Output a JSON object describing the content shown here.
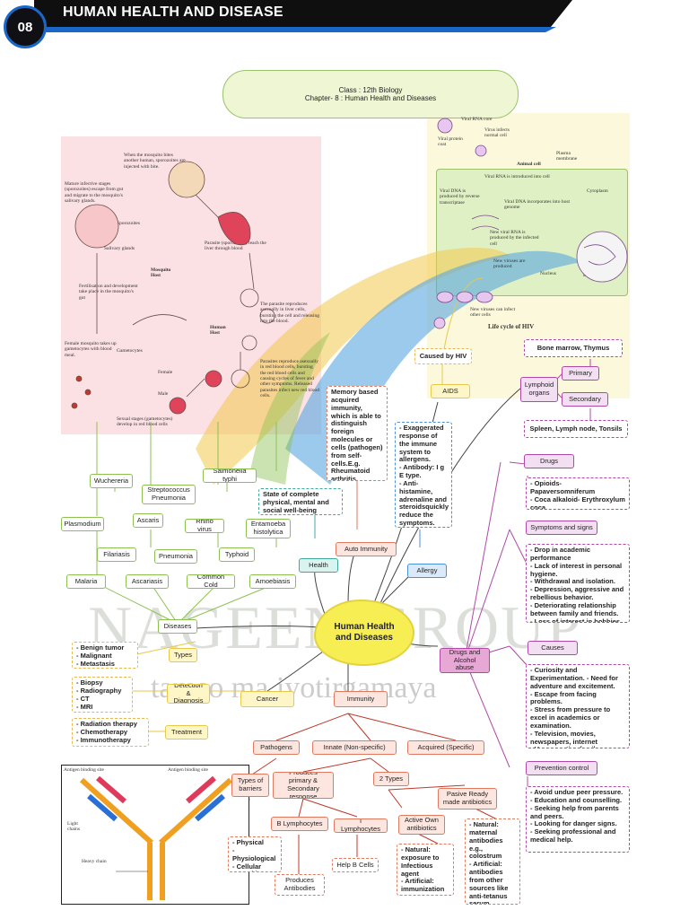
{
  "header": {
    "badge": "08",
    "title": "HUMAN HEALTH AND DISEASE"
  },
  "banner": {
    "class_line": "Class : 12th Biology",
    "chapter_line": "Chapter- 8 : Human Health and Diseases"
  },
  "center": "Human Health and Diseases",
  "watermark": {
    "brand": "NAGEEN GROUP",
    "motto": "tamso ma jyotirgamaya"
  },
  "malaria_figure": {
    "labels": [
      "When the mosquito bites another human, sporozoites are injected with bite.",
      "Mature infective stages (sporozoites) escape from gut and migrate to the mosquito's salivary glands.",
      "Sporozoites",
      "Salivary glands",
      "Mosquito Host",
      "Parasite (sporozoites) reach the liver through blood",
      "Fertilisation and development take place in the mosquito's gut",
      "The parasite reproduces asexually in liver cells, bursting the cell and releasing into the blood.",
      "Human Host",
      "Female mosquito takes up gametocytes with blood meal.",
      "Gametocytes",
      "Female",
      "Male",
      "Parasites reproduce asexually in red blood cells, bursting the red blood cells and causing cycles of fever and other symptoms. Released parasites infect new red blood cells.",
      "Sexual stages (gametocytes) develop in red blood cells"
    ]
  },
  "hiv_figure": {
    "labels": [
      "Viral RNA core",
      "Viral protein coat",
      "Virus infects normal cell",
      "Plasma membrane",
      "Animal cell",
      "Viral RNA is introduced into cell",
      "Cytoplasm",
      "Viral DNA is produced by reverse transcriptase",
      "Viral DNA incorporates into host genome",
      "New viral RNA is produced by the infected cell",
      "New viruses are produced",
      "Nucleus",
      "DNA",
      "New viruses can infect other cells"
    ],
    "caption": "Life cycle of HIV"
  },
  "antibody_figure": {
    "labels": [
      "Antigen binding site",
      "Antigen binding site",
      "Light chains",
      "Heavy chain"
    ]
  },
  "diseases": {
    "root": "Diseases",
    "level1": [
      "Malaria",
      "Ascariasis",
      "Common Cold",
      "Amoebiasis"
    ],
    "level2": [
      "Plasmodium",
      "Filariasis",
      "Pneumonia",
      "Typhoid"
    ],
    "level3": [
      "Wuchereria",
      "Ascaris",
      "Rhino virus",
      "Entamoeba histolytica"
    ],
    "level4": [
      "Streptococcus Pneumonia",
      "Salmonella typhi"
    ]
  },
  "cancer": {
    "name": "Cancer",
    "types_label": "Types",
    "types": "- Benign tumor\n- Malignant\n- Metastasis",
    "detection_label": "Detection & Diagnosis",
    "detection": "- Biopsy\n- Radiography\n- CT\n- MRI",
    "treatment_label": "Treatment",
    "treatment": "- Radiation therapy\n- Chemotherapy\n- Immunotherapy"
  },
  "health": {
    "name": "Health",
    "definition": "State of complete physical, mental and social well-being"
  },
  "auto_immunity": {
    "name": "Auto Immunity",
    "definition": "Memory based acquired immunity, which is able to distinguish foreign molecules or cells (pathogen) from self-cells.E.g. Rheumatoid arthritis, Multiple sclerosis"
  },
  "allergy": {
    "name": "Allergy",
    "definition": "- Exaggerated response of the immune system to allergens.\n- Antibody: I g E type.\n- Anti-histamine, adrenaline and steroidsquickly reduce the symptoms."
  },
  "aids": {
    "name": "AIDS",
    "cause": "Caused by HIV"
  },
  "lymphoid": {
    "name": "Lymphoid organs",
    "primary": "Primary",
    "primary_items": "Bone marrow, Thymus",
    "secondary": "Secondary",
    "secondary_items": "Spleen, Lymph node, Tonsils"
  },
  "drugs_alcohol": {
    "name": "Drugs and Alcohol abuse",
    "drugs_label": "Drugs",
    "drugs": "- Opioids- Papaversomniferum\n- Coca alkaloid- Erythroxylum coca.\n- Cannabinoids- Cannabis sativa",
    "symptoms_label": "Symptoms and signs",
    "symptoms": "- Drop in academic performance\n- Lack of interest in personal hygiene.\n- Withdrawal and isolation.\n- Depression, aggressive and rebellious behavior.\n- Deteriorating relationship between family and friends.\n- Loss of interest in hobbies.",
    "causes_label": "Causes",
    "causes": "- Curiosity and Experimentation. - Need for adventure and excitement.\n- Escape from facing problems.\n- Stress from pressure to excel in academics or examination.\n- Television, movies, newspapers, internet\n- Uncupportive family structures and Peer pressure",
    "prevention_label": "Prevention control",
    "prevention": "- Avoid undue peer pressure.\n- Education and counselling.\n- Seeking help from parents and peers.\n- Looking for danger signs.\n- Seeking professional and medical help."
  },
  "immunity": {
    "name": "Immunity",
    "pathogens": "Pathogens",
    "innate": "Innate (Non-specific)",
    "acquired": "Acquired (Specific)",
    "barriers_label": "Types of barriers",
    "barriers": "- Physical\n- Physiological\n- Cellular\n- Cytokine",
    "response": "Produces primary & Secondary response",
    "b_lymph": "B Lymphocytes",
    "t_lymph": "T Lymphocytes",
    "antibodies": "Produces Antibodies",
    "help_b": "Help B Cells",
    "two_types": "2 Types",
    "active": "Active Own antibiotics",
    "passive": "Pasive Ready made antibiotics",
    "active_detail": "- Natural: exposure to Infectious agent\n- Artificial: immunization",
    "passive_detail": "- Natural: maternal antibodies e.g., colostrum\n- Artificial: antibodies from other sources like anti-tetanus serum"
  }
}
